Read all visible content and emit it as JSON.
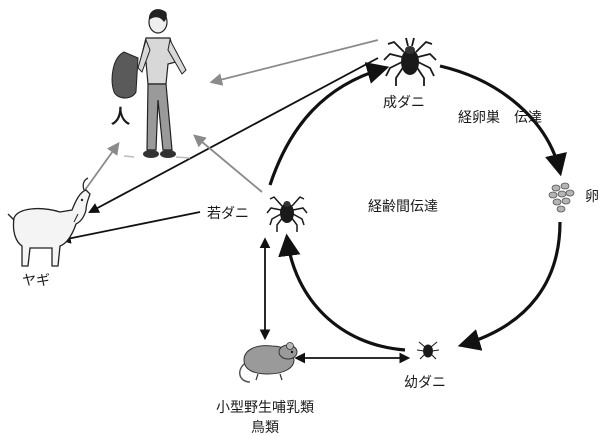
{
  "labels": {
    "human": "人",
    "goat": "ヤギ",
    "adult_tick": "成ダニ",
    "nymph_tick": "若ダニ",
    "larva_tick": "幼ダニ",
    "eggs": "卵",
    "transovarial": "経卵巣　伝達",
    "transstadial": "経齢間伝達",
    "small_mammals_line1": "小型野生哺乳類",
    "small_mammals_line2": "鳥類"
  },
  "colors": {
    "cycle_arrow": "#111111",
    "host_arrow": "#111111",
    "gray_arrow": "#8a8a8a",
    "tick_body": "#1a1a1a",
    "egg": "#b5b5b5",
    "rat": "#9a9a9a"
  },
  "icons": [
    "human-hiker-icon",
    "goat-icon",
    "adult-tick-icon",
    "nymph-tick-icon",
    "larva-tick-icon",
    "egg-cluster-icon",
    "rat-icon"
  ]
}
